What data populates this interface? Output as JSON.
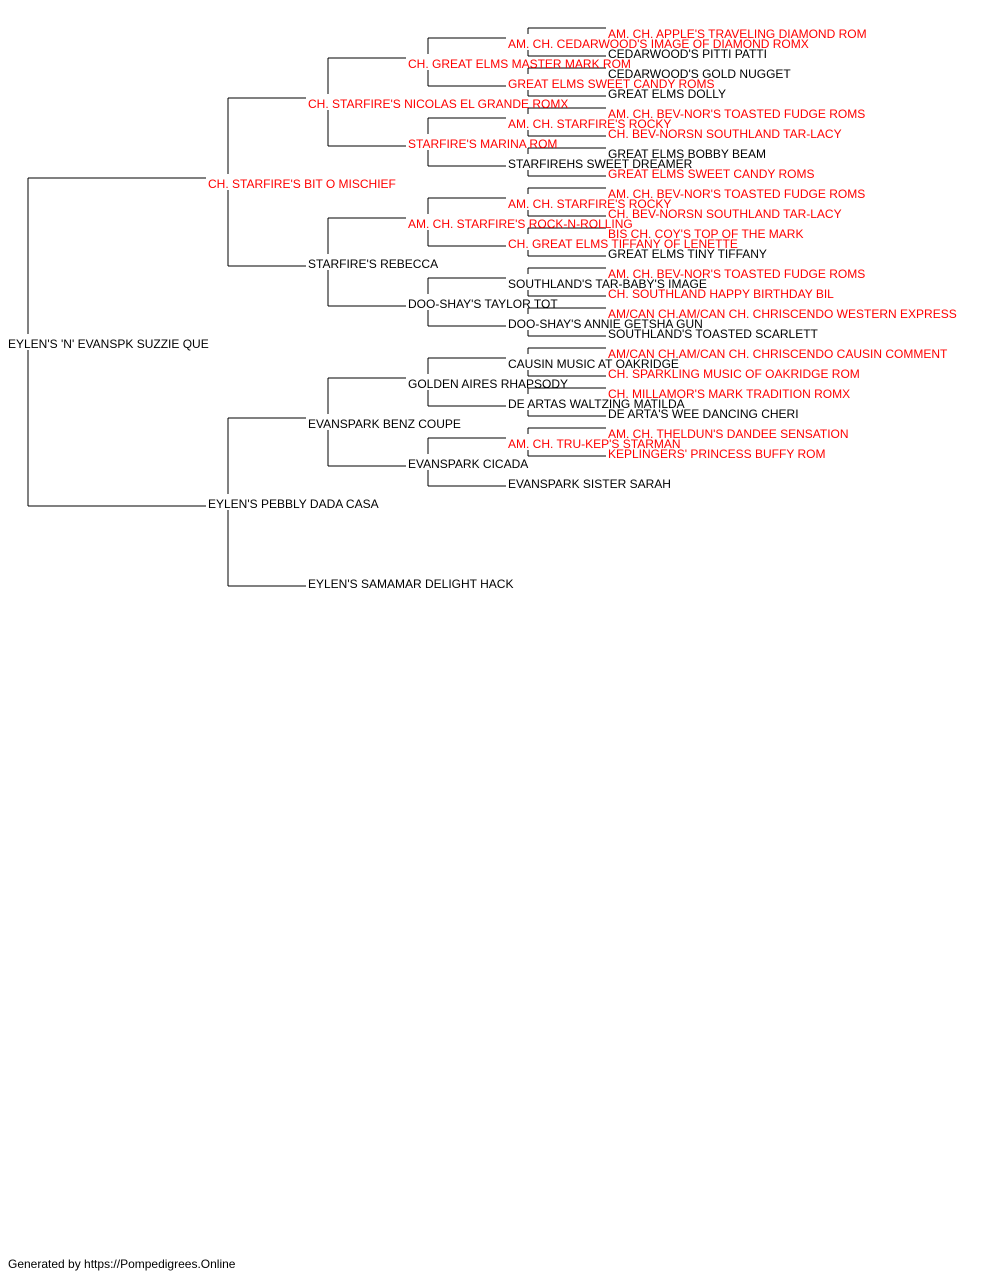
{
  "colors": {
    "champion": "#ff0000",
    "regular": "#000000",
    "connector": "#000000",
    "background": "#ffffff"
  },
  "footer": "Generated by https://Pompedigrees.Online",
  "pedigree": {
    "name": "EYLEN'S 'N' EVANSPK SUZZIE QUE",
    "champion": false,
    "sire": {
      "name": "CH. STARFIRE'S BIT O MISCHIEF",
      "champion": true,
      "sire": {
        "name": "CH. STARFIRE'S NICOLAS EL GRANDE ROMX",
        "champion": true,
        "sire": {
          "name": "CH. GREAT ELMS MASTER MARK ROM",
          "champion": true,
          "sire": {
            "name": "AM. CH. CEDARWOOD'S IMAGE OF DIAMOND ROMX",
            "champion": true,
            "sire": {
              "name": "AM. CH. APPLE'S TRAVELING DIAMOND ROM",
              "champion": true
            },
            "dam": {
              "name": "CEDARWOOD'S PITTI PATTI",
              "champion": false
            }
          },
          "dam": {
            "name": "GREAT ELMS SWEET CANDY ROMS",
            "champion": true,
            "sire": {
              "name": "CEDARWOOD'S GOLD NUGGET",
              "champion": false
            },
            "dam": {
              "name": "GREAT ELMS DOLLY",
              "champion": false
            }
          }
        },
        "dam": {
          "name": "STARFIRE'S MARINA ROM",
          "champion": true,
          "sire": {
            "name": "AM. CH. STARFIRE'S ROCKY",
            "champion": true,
            "sire": {
              "name": "AM. CH. BEV-NOR'S TOASTED FUDGE ROMS",
              "champion": true
            },
            "dam": {
              "name": "CH. BEV-NORSN SOUTHLAND TAR-LACY",
              "champion": true
            }
          },
          "dam": {
            "name": "STARFIREHS SWEET DREAMER",
            "champion": false,
            "sire": {
              "name": "GREAT ELMS BOBBY BEAM",
              "champion": false
            },
            "dam": {
              "name": "GREAT ELMS SWEET CANDY ROMS",
              "champion": true
            }
          }
        }
      },
      "dam": {
        "name": "STARFIRE'S REBECCA",
        "champion": false,
        "sire": {
          "name": "AM. CH. STARFIRE'S ROCK-N-ROLLING",
          "champion": true,
          "sire": {
            "name": "AM. CH. STARFIRE'S ROCKY",
            "champion": true,
            "sire": {
              "name": "AM. CH. BEV-NOR'S TOASTED FUDGE ROMS",
              "champion": true
            },
            "dam": {
              "name": "CH. BEV-NORSN SOUTHLAND TAR-LACY",
              "champion": true
            }
          },
          "dam": {
            "name": "CH. GREAT ELMS TIFFANY OF LENETTE",
            "champion": true,
            "sire": {
              "name": "BIS CH. COY'S TOP OF THE MARK",
              "champion": true
            },
            "dam": {
              "name": "GREAT ELMS TINY TIFFANY",
              "champion": false
            }
          }
        },
        "dam": {
          "name": "DOO-SHAY'S TAYLOR TOT",
          "champion": false,
          "sire": {
            "name": "SOUTHLAND'S TAR-BABY'S IMAGE",
            "champion": false,
            "sire": {
              "name": "AM. CH. BEV-NOR'S TOASTED FUDGE ROMS",
              "champion": true
            },
            "dam": {
              "name": "CH. SOUTHLAND HAPPY BIRTHDAY BIL",
              "champion": true
            }
          },
          "dam": {
            "name": "DOO-SHAY'S ANNIE GETSHA GUN",
            "champion": false,
            "sire": {
              "name": "AM/CAN CH.AM/CAN CH. CHRISCENDO WESTERN EXPRESS",
              "champion": true
            },
            "dam": {
              "name": "SOUTHLAND'S TOASTED SCARLETT",
              "champion": false
            }
          }
        }
      }
    },
    "dam": {
      "name": "EYLEN'S PEBBLY DADA CASA",
      "champion": false,
      "sire": {
        "name": "EVANSPARK BENZ COUPE",
        "champion": false,
        "sire": {
          "name": "GOLDEN AIRES RHAPSODY",
          "champion": false,
          "sire": {
            "name": "CAUSIN MUSIC AT OAKRIDGE",
            "champion": false,
            "sire": {
              "name": "AM/CAN CH.AM/CAN CH. CHRISCENDO CAUSIN COMMENT",
              "champion": true
            },
            "dam": {
              "name": "CH. SPARKLING MUSIC OF OAKRIDGE ROM",
              "champion": true
            }
          },
          "dam": {
            "name": "DE ARTAS WALTZING MATILDA",
            "champion": false,
            "sire": {
              "name": "CH. MILLAMOR'S MARK TRADITION ROMX",
              "champion": true
            },
            "dam": {
              "name": "DE ARTA'S WEE DANCING CHERI",
              "champion": false
            }
          }
        },
        "dam": {
          "name": "EVANSPARK CICADA",
          "champion": false,
          "sire": {
            "name": "AM. CH. TRU-KEP'S STARMAN",
            "champion": true,
            "sire": {
              "name": "AM. CH. THELDUN'S DANDEE SENSATION",
              "champion": true
            },
            "dam": {
              "name": "KEPLINGERS' PRINCESS BUFFY ROM",
              "champion": true
            }
          },
          "dam": {
            "name": "EVANSPARK SISTER SARAH",
            "champion": false
          }
        }
      },
      "dam": {
        "name": "EYLEN'S SAMAMAR DELIGHT HACK",
        "champion": false
      }
    }
  }
}
